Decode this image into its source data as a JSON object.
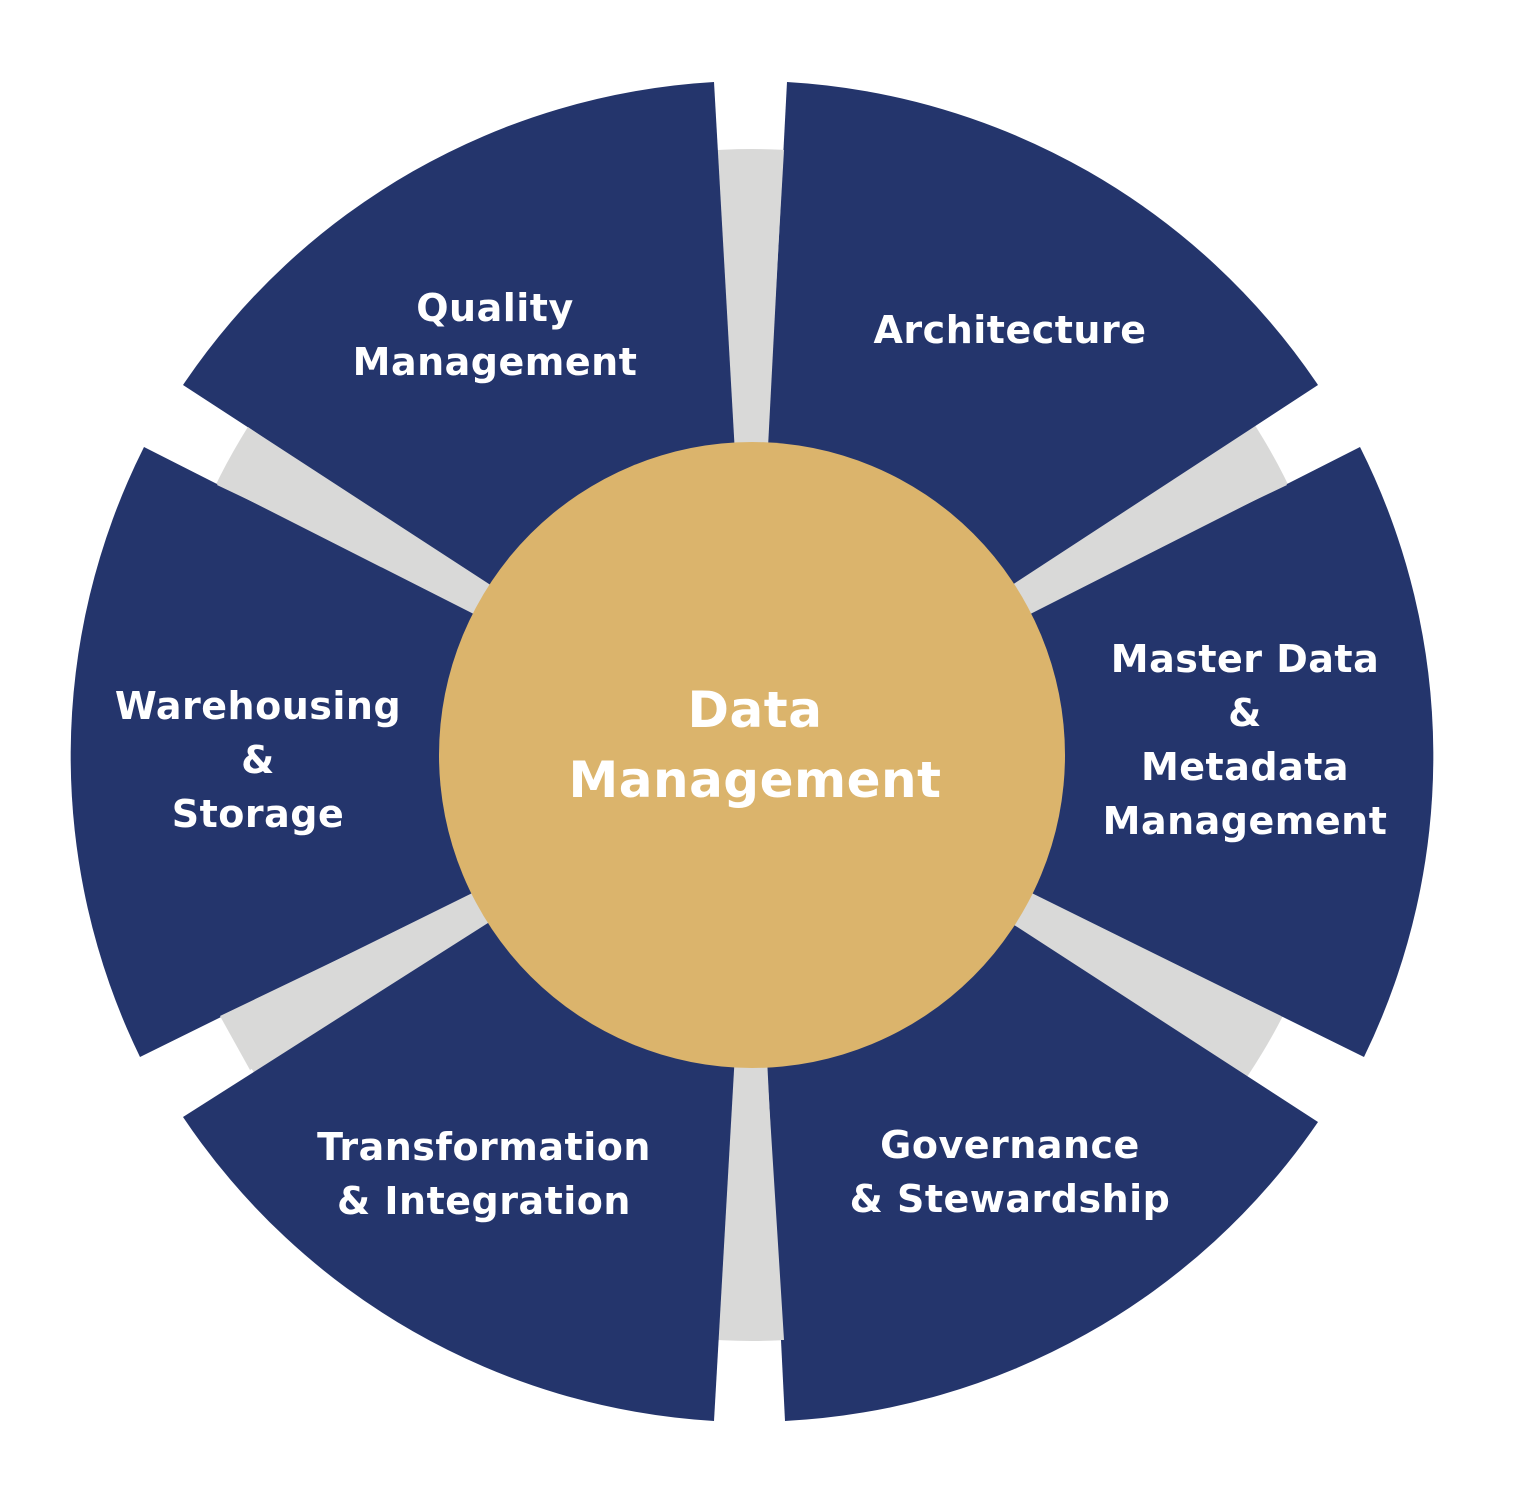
{
  "diagram": {
    "title": "Data Management",
    "center": {
      "label": "Data\nManagement",
      "color": "#DBB46C"
    },
    "colors": {
      "segment": "#24356C",
      "ring": "#D9D9D8",
      "text": "#FFFFFF",
      "background": "#FFFFFF"
    },
    "segments": [
      {
        "id": "quality",
        "label": "Quality\nManagement"
      },
      {
        "id": "architecture",
        "label": "Architecture"
      },
      {
        "id": "master-data",
        "label": "Master Data\n&\nMetadata\nManagement"
      },
      {
        "id": "governance",
        "label": "Governance\n& Stewardship"
      },
      {
        "id": "transformation",
        "label": "Transformation\n& Integration"
      },
      {
        "id": "warehousing",
        "label": "Warehousing\n&\nStorage"
      }
    ]
  }
}
